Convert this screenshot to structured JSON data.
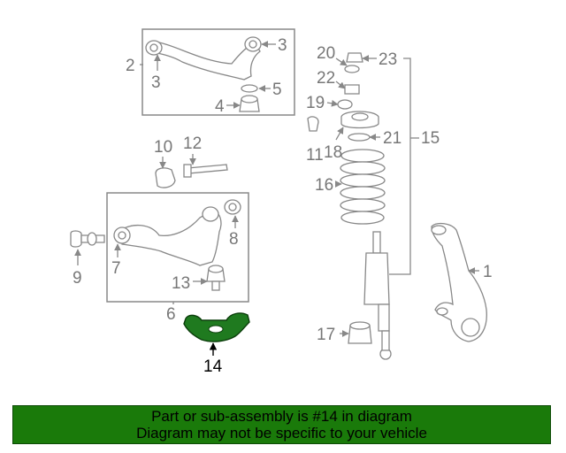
{
  "callouts": {
    "c1": "1",
    "c2": "2",
    "c3a": "3",
    "c3b": "3",
    "c4": "4",
    "c5": "5",
    "c6": "6",
    "c7": "7",
    "c8": "8",
    "c9": "9",
    "c10": "10",
    "c11": "11",
    "c12": "12",
    "c13": "13",
    "c14": "14",
    "c15": "15",
    "c16": "16",
    "c17": "17",
    "c18": "18",
    "c19": "19",
    "c20": "20",
    "c21": "21",
    "c22": "22",
    "c23": "23"
  },
  "highlight": {
    "part_number": "14",
    "color": "#1f7a1f"
  },
  "banner": {
    "line1": "Part or sub-assembly is #14 in diagram",
    "line2": "Diagram may not be specific to your vehicle",
    "background": "#1a7a0a"
  }
}
